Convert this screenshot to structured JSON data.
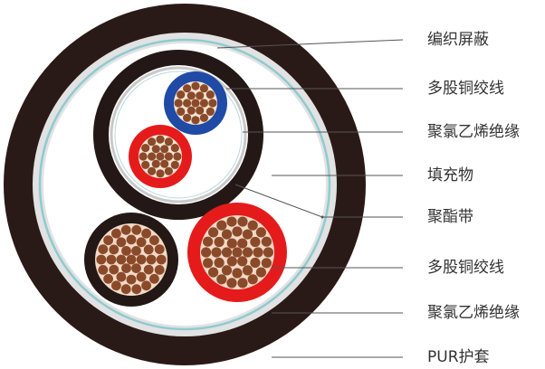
{
  "labels": [
    "编织屏蔽",
    "多股铜绞线",
    "聚氯乙烯绝缘",
    "填充物",
    "聚酯带",
    "多股铜绞线",
    "聚氯乙烯绝缘",
    "PUR护套"
  ],
  "colors": {
    "sheath": "#2a1a17",
    "tape": "#e2e2e2",
    "inner_ring": "#8ecbd0",
    "filler": "#ffffff",
    "shield": "#c9c9c9",
    "blue_insulation": "#1f4aa6",
    "red_insulation": "#e51b1b",
    "black_insulation": "#231815",
    "copper": "#8a4a2a",
    "leader": "#555555",
    "text": "#333333"
  }
}
